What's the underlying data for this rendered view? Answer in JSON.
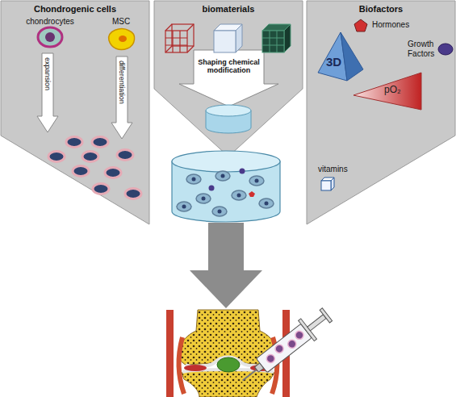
{
  "diagram": {
    "nodes": [
      {
        "text": [
          "Chondrogenic cells",
          "chondrocytes",
          "MSC"
        ]
      },
      {
        "text": [
          "expansion"
        ],
        "in": 0
      },
      {
        "text": [
          "differentiation"
        ],
        "in": 0
      },
      {
        "text": [
          "biomaterials"
        ]
      },
      {
        "text": [
          "Shaping chemical modification"
        ],
        "in": 3
      },
      {
        "text": [
          "Biofactors",
          "Hormones",
          "Growth Factors",
          "vitamins"
        ]
      },
      {
        "text": [
          "3D"
        ],
        "in": 5
      },
      {
        "text": [
          "pO₂"
        ],
        "in": 5
      }
    ]
  }
}
